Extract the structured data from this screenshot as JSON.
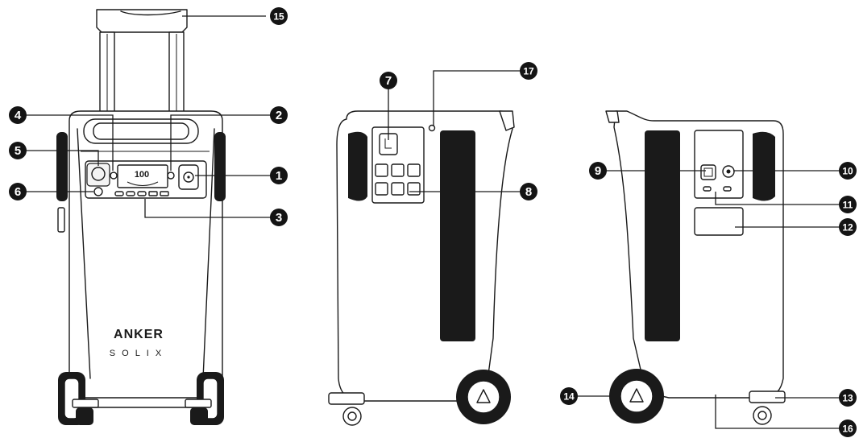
{
  "brand": {
    "logo_line1": "ANKER",
    "logo_line2": "SOLIX"
  },
  "lcd": {
    "readout": "100"
  },
  "callouts": [
    "1",
    "2",
    "3",
    "4",
    "5",
    "6",
    "7",
    "8",
    "9",
    "10",
    "11",
    "12",
    "13",
    "14",
    "15",
    "16",
    "17"
  ],
  "colors": {
    "ink": "#1a1a1a",
    "badge": "#141414",
    "badge_text": "#ffffff",
    "background": "#ffffff"
  }
}
